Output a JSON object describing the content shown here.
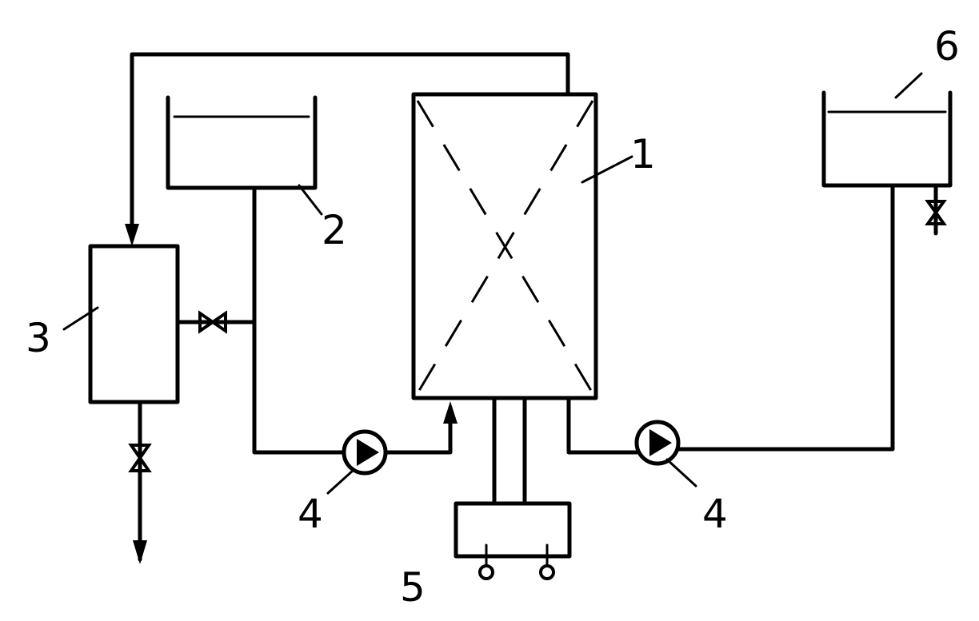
{
  "labels": {
    "reactor": "1",
    "tank_left": "2",
    "vessel": "3",
    "pump_left": "4",
    "pump_right": "4",
    "control_unit": "5",
    "tank_right": "6"
  }
}
